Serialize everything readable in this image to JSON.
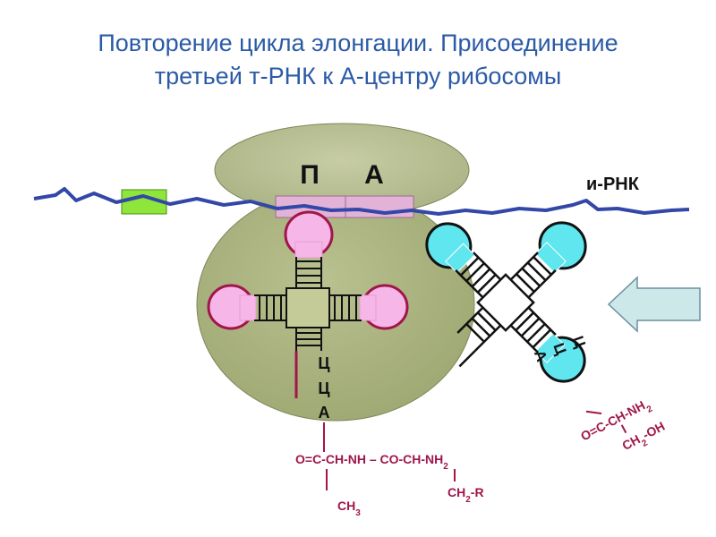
{
  "title": {
    "line1": "Повторение цикла элонгации. Присоединение",
    "line2": "третьей т-РНК  к А-центру рибосомы"
  },
  "ribosome": {
    "site_p": "П",
    "site_a": "А",
    "mrna_label": "и-РНК"
  },
  "trna_left": {
    "anticodon": [
      "Ц",
      "Ц",
      "А"
    ],
    "chain_line1": "O=C-CH-NH – CO-CH-NH",
    "chain_sub1": "2",
    "ch3_main": "CH",
    "ch3_sub": "3",
    "ch2r_main": "CH",
    "ch2r_sub": "2",
    "ch2r_tail": "-R"
  },
  "trna_right": {
    "anticodon": [
      "Ц",
      "Ц",
      "А"
    ],
    "chain_line1": "O=C-CH-NH",
    "chain_sub1": "2",
    "chain_line2": "CH",
    "chain_sub2": "2",
    "chain_tail2": "-OH"
  },
  "colors": {
    "title": "#2b5aa6",
    "ribosome_small": "#b8bf8f",
    "ribosome_large": "#aab37f",
    "mrna": "#3347a8",
    "codon_green": "#8ee63a",
    "site_pink": "#e2b3d6",
    "trna_left_fill": "#f7b6e8",
    "trna_left_stroke": "#a0164a",
    "trna_right_fill": "#5fe6ee",
    "chemistry": "#a0164a",
    "arrow_fill": "#cde8e8"
  }
}
